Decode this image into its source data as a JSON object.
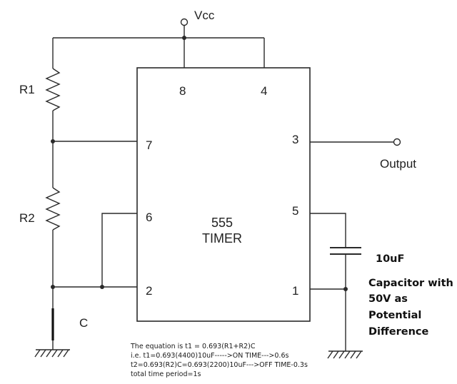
{
  "circuit": {
    "vcc_label": "Vcc",
    "output_label": "Output",
    "r1_label": "R1",
    "r2_label": "R2",
    "c_label": "C",
    "chip": {
      "line1": "555",
      "line2": "TIMER",
      "pins": {
        "p8": "8",
        "p4": "4",
        "p7": "7",
        "p3": "3",
        "p6": "6",
        "p5": "5",
        "p2": "2",
        "p1": "1"
      }
    }
  },
  "capacitor_note": {
    "value": "10uF",
    "line1": "Capacitor with",
    "line2": "50V as",
    "line3": "Potential",
    "line4": "Difference"
  },
  "equations": {
    "line1": "The equation is t1 = 0.693(R1+R2)C",
    "line2": "i.e. t1=0.693(4400)10uF----->ON TIME--->0.6s",
    "line3": "t2=0.693(R2)C=0.693(2200)10uF--->OFF TIME-0.3s",
    "line4": "total time period=1s"
  }
}
